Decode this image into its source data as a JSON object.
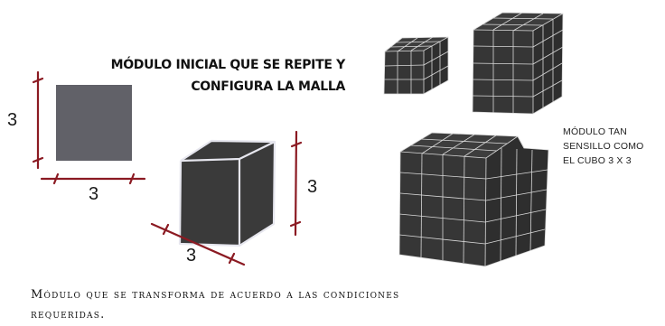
{
  "heading": {
    "line1": "MÓDULO INICIAL QUE SE REPITE  Y",
    "line2": "CONFIGURA LA MALLA"
  },
  "square": {
    "height_label": "3",
    "width_label": "3"
  },
  "cube": {
    "height_label": "3",
    "width_label": "3"
  },
  "side_note": {
    "line1": "MÓDULO TAN",
    "line2": "SENSILLO COMO",
    "line3": "EL CUBO 3 X 3"
  },
  "caption": {
    "line1": "Módulo que se transforma de acuerdo a las condiciones",
    "line2": "requeridas."
  },
  "colors": {
    "square_fill": "#616168",
    "cube_fill": "#3a3a3a",
    "mesh_fill": "#363636",
    "mesh_lines": "#d9d9d9",
    "dimension_line": "#8b1a22"
  }
}
